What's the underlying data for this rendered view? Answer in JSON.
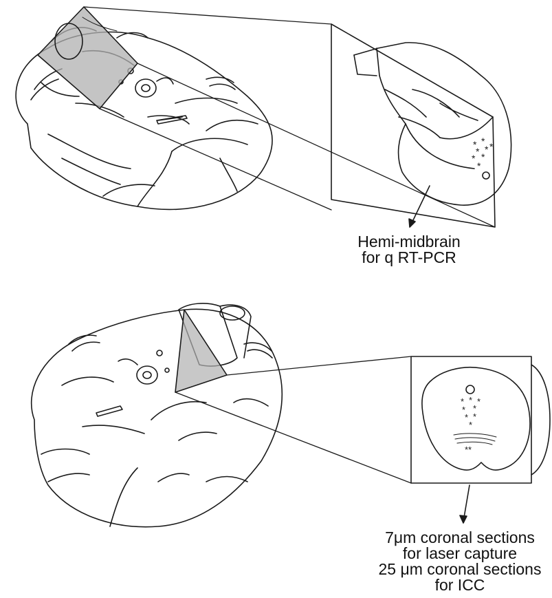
{
  "labels": {
    "top_line1": "Hemi-midbrain",
    "top_line2": "for q RT-PCR",
    "bottom_line1": "7μm coronal sections",
    "bottom_line2": "for laser capture",
    "bottom_line3": "25 μm coronal sections",
    "bottom_line4": "for ICC"
  },
  "colors": {
    "line": "#1a1a1a",
    "shade": "#b0b0b0",
    "background": "#ffffff"
  }
}
